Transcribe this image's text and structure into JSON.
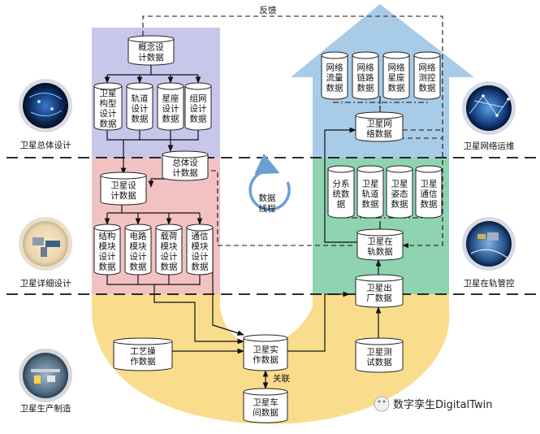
{
  "colors": {
    "design_region": "#c9c6ec",
    "detail_region": "#f2c2c2",
    "manufacture_region": "#f9dd8c",
    "operation_region": "#a8cbe8",
    "control_region": "#8fd3b1",
    "cycle_arrow": "#6b9fd4"
  },
  "stages": {
    "overall_design": "卫星总体设计",
    "detailed_design": "卫星详细设计",
    "production": "卫星生产制造",
    "network_operation": "卫星网络运维",
    "onorbit_control": "卫星在轨管控"
  },
  "feedback_label": "反馈",
  "association_label": "关联",
  "cycle_label": [
    "数据",
    "线程"
  ],
  "nodes": {
    "concept": [
      "概念设",
      "计数据"
    ],
    "config": [
      "卫星",
      "构型",
      "设计",
      "数据"
    ],
    "orbit_design": [
      "轨道",
      "设计",
      "数据"
    ],
    "constellation_design": [
      "星座",
      "设计",
      "数据"
    ],
    "network_design": [
      "组网",
      "设计",
      "数据"
    ],
    "overall": [
      "总体设",
      "计数据"
    ],
    "sat_design": [
      "卫星设",
      "计数据"
    ],
    "structure_module": [
      "结构",
      "模块",
      "设计",
      "数据"
    ],
    "circuit_module": [
      "电路",
      "模块",
      "设计",
      "数据"
    ],
    "payload_module": [
      "载荷",
      "模块",
      "设计",
      "数据"
    ],
    "comm_module": [
      "通信",
      "模块",
      "设计",
      "数据"
    ],
    "process_ops": [
      "工艺操",
      "作数据"
    ],
    "build": [
      "卫星实",
      "作数据"
    ],
    "workshop": [
      "卫星车",
      "间数据"
    ],
    "test": [
      "卫星测",
      "试数据"
    ],
    "factory": [
      "卫星出",
      "厂数据"
    ],
    "onorbit": [
      "卫星在",
      "轨数据"
    ],
    "subsystem": [
      "分系",
      "统数",
      "据"
    ],
    "sat_orbit": [
      "卫星",
      "轨道",
      "数据"
    ],
    "sat_attitude": [
      "卫星",
      "姿态",
      "数据"
    ],
    "sat_comm": [
      "卫星",
      "通信",
      "数据"
    ],
    "sat_network": [
      "卫星网",
      "络数据"
    ],
    "net_traffic": [
      "网络",
      "流量",
      "数据"
    ],
    "net_link": [
      "网络",
      "链路",
      "数据"
    ],
    "net_constellation": [
      "网络",
      "星座",
      "数据"
    ],
    "net_tt": [
      "网络",
      "测控",
      "数据"
    ]
  },
  "watermark": "数字孪生DigitalTwin"
}
